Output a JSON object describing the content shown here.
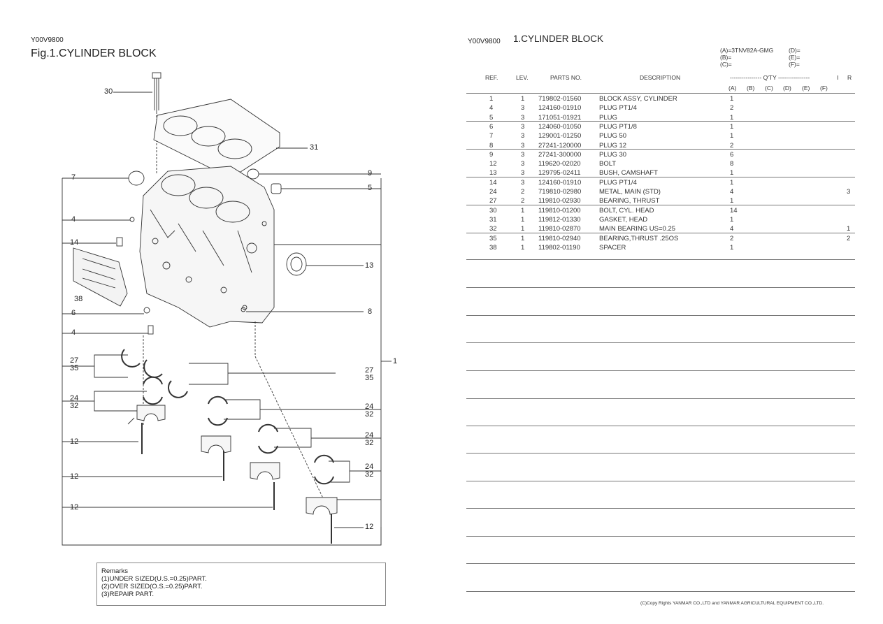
{
  "left_page": {
    "code": "Y00V9800",
    "fig_title": "Fig.1.CYLINDER BLOCK",
    "callouts": {
      "c30": "30",
      "c31": "31",
      "c7": "7",
      "c9": "9",
      "c5": "5",
      "c4a": "4",
      "c14": "14",
      "c38": "38",
      "c13": "13",
      "c6": "6",
      "c8": "8",
      "c4b": "4",
      "c1": "1",
      "c27a": "27",
      "c35a": "35",
      "c27b": "27",
      "c35b": "35",
      "c24a": "24",
      "c32a": "32",
      "c24b": "24",
      "c32b": "32",
      "c24c": "24",
      "c32c": "32",
      "c24d": "24",
      "c32d": "32",
      "c12a": "12",
      "c12b": "12",
      "c12c": "12",
      "c12d": "12"
    },
    "remarks": {
      "title": "Remarks",
      "lines": [
        "(1)UNDER SIZED(U.S.=0.25)PART.",
        "(2)OVER SIZED(O.S.=0.25)PART.",
        "(3)REPAIR PART."
      ]
    }
  },
  "right_page": {
    "code": "Y00V9800",
    "title": "1.CYLINDER BLOCK",
    "models": {
      "a": "(A)=3TNV82A-GMG",
      "b": "(B)=",
      "c": "(C)=",
      "d": "(D)=",
      "e": "(E)=",
      "f": "(F)="
    },
    "headers": {
      "ref": "REF.",
      "lev": "LEV.",
      "parts_no": "PARTS NO.",
      "description": "DESCRIPTION",
      "qty": "---------------- Q'TY ----------------",
      "i": "I",
      "r": "R"
    },
    "qty_columns": [
      "(A)",
      "(B)",
      "(C)",
      "(D)",
      "(E)",
      "(F)"
    ],
    "rows": [
      {
        "ref": "1",
        "lev": "1",
        "part": "719802-01560",
        "desc": "BLOCK ASSY, CYLINDER",
        "qty": "1",
        "r": ""
      },
      {
        "ref": "4",
        "lev": "3",
        "part": "124160-01910",
        "desc": "PLUG PT1/4",
        "qty": "2",
        "r": ""
      },
      {
        "ref": "5",
        "lev": "3",
        "part": "171051-01921",
        "desc": "PLUG",
        "qty": "1",
        "r": ""
      },
      {
        "ref": "6",
        "lev": "3",
        "part": "124060-01050",
        "desc": "PLUG PT1/8",
        "qty": "1",
        "r": ""
      },
      {
        "ref": "7",
        "lev": "3",
        "part": "129001-01250",
        "desc": "PLUG 50",
        "qty": "1",
        "r": ""
      },
      {
        "ref": "8",
        "lev": "3",
        "part": "27241-120000",
        "desc": "PLUG 12",
        "qty": "2",
        "r": ""
      },
      {
        "ref": "9",
        "lev": "3",
        "part": "27241-300000",
        "desc": "PLUG 30",
        "qty": "6",
        "r": ""
      },
      {
        "ref": "12",
        "lev": "3",
        "part": "119620-02020",
        "desc": "BOLT",
        "qty": "8",
        "r": ""
      },
      {
        "ref": "13",
        "lev": "3",
        "part": "129795-02411",
        "desc": "BUSH, CAMSHAFT",
        "qty": "1",
        "r": ""
      },
      {
        "ref": "14",
        "lev": "3",
        "part": "124160-01910",
        "desc": "PLUG PT1/4",
        "qty": "1",
        "r": ""
      },
      {
        "ref": "24",
        "lev": "2",
        "part": "719810-02980",
        "desc": "METAL, MAIN (STD)",
        "qty": "4",
        "r": "3"
      },
      {
        "ref": "27",
        "lev": "2",
        "part": "119810-02930",
        "desc": "BEARING, THRUST",
        "qty": "1",
        "r": ""
      },
      {
        "ref": "30",
        "lev": "1",
        "part": "119810-01200",
        "desc": "BOLT, CYL. HEAD",
        "qty": "14",
        "r": ""
      },
      {
        "ref": "31",
        "lev": "1",
        "part": "119812-01330",
        "desc": "GASKET, HEAD",
        "qty": "1",
        "r": ""
      },
      {
        "ref": "32",
        "lev": "1",
        "part": "119810-02870",
        "desc": "MAIN BEARING US=0.25",
        "qty": "4",
        "r": "1"
      },
      {
        "ref": "35",
        "lev": "1",
        "part": "119810-02940",
        "desc": "BEARING,THRUST .25OS",
        "qty": "2",
        "r": "2"
      },
      {
        "ref": "38",
        "lev": "1",
        "part": "119802-01190",
        "desc": "SPACER",
        "qty": "1",
        "r": ""
      }
    ],
    "copyright": "(C)Copy Rights YANMAR CO.,LTD and YANMAR AGRICULTURAL EQUIPMENT CO.,LTD."
  }
}
